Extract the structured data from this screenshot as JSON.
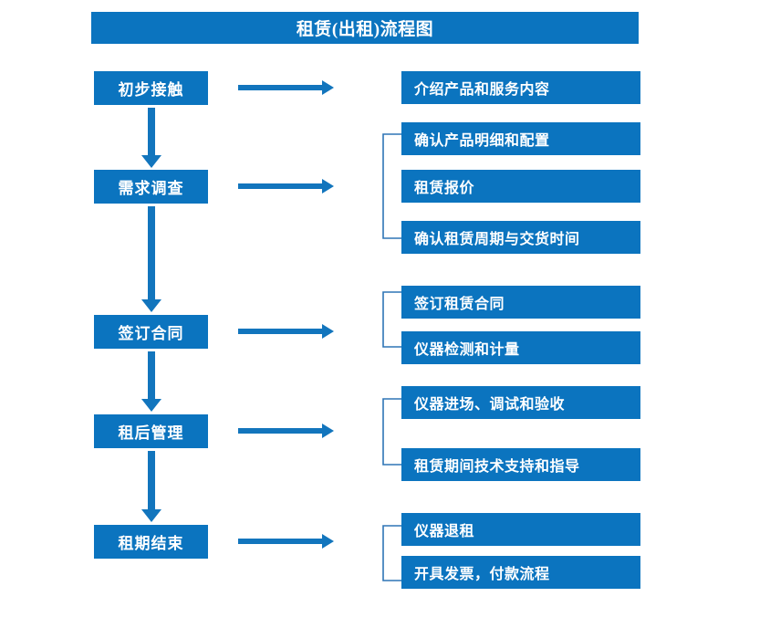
{
  "title": "租赁(出租)流程图",
  "colors": {
    "brand_blue": "#0b74bf",
    "text_on_blue": "#ffffff",
    "background": "#ffffff",
    "connector_blue": "#1275bd",
    "bracket_blue": "#2e75b6"
  },
  "stages": [
    {
      "label": "初步接触"
    },
    {
      "label": "需求调查"
    },
    {
      "label": "签订合同"
    },
    {
      "label": "租后管理"
    },
    {
      "label": "租期结束"
    }
  ],
  "details": [
    {
      "label": "介绍产品和服务内容"
    },
    {
      "label": "确认产品明细和配置"
    },
    {
      "label": "租赁报价"
    },
    {
      "label": "确认租赁周期与交货时间"
    },
    {
      "label": "签订租赁合同"
    },
    {
      "label": "仪器检测和计量"
    },
    {
      "label": "仪器进场、调试和验收"
    },
    {
      "label": "租赁期间技术支持和指导"
    },
    {
      "label": "仪器退租"
    },
    {
      "label": "开具发票，付款流程"
    }
  ],
  "connectors": {
    "stage_to_detail_arrow": "right-arrow-icon",
    "stage_to_stage_arrow": "down-arrow-icon",
    "detail_group_bracket": "bracket-icon"
  }
}
